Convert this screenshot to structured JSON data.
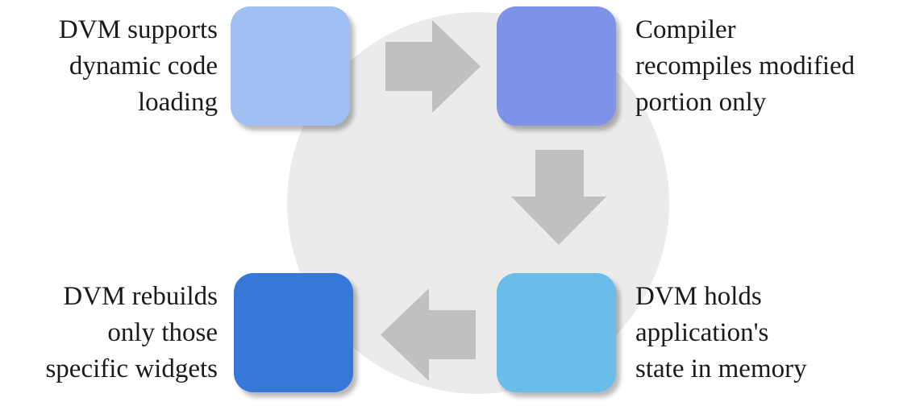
{
  "colors": {
    "background_circle": "#ebebeb",
    "arrow": "#c0c0c0",
    "step1": "#a0bff2",
    "step2": "#7f92e9",
    "step3": "#6abdea",
    "step4": "#3578d8"
  },
  "steps": [
    {
      "id": "step1",
      "lines": [
        "DVM supports",
        "dynamic code",
        "loading"
      ]
    },
    {
      "id": "step2",
      "lines": [
        "Compiler",
        "recompiles modified",
        "portion only"
      ]
    },
    {
      "id": "step3",
      "lines": [
        "DVM holds",
        "application's",
        "state in memory"
      ]
    },
    {
      "id": "step4",
      "lines": [
        "DVM rebuilds",
        "only those",
        "specific widgets"
      ]
    }
  ],
  "arrows": [
    {
      "from": "step1",
      "to": "step2",
      "direction": "right"
    },
    {
      "from": "step2",
      "to": "step3",
      "direction": "down"
    },
    {
      "from": "step3",
      "to": "step4",
      "direction": "left"
    }
  ]
}
